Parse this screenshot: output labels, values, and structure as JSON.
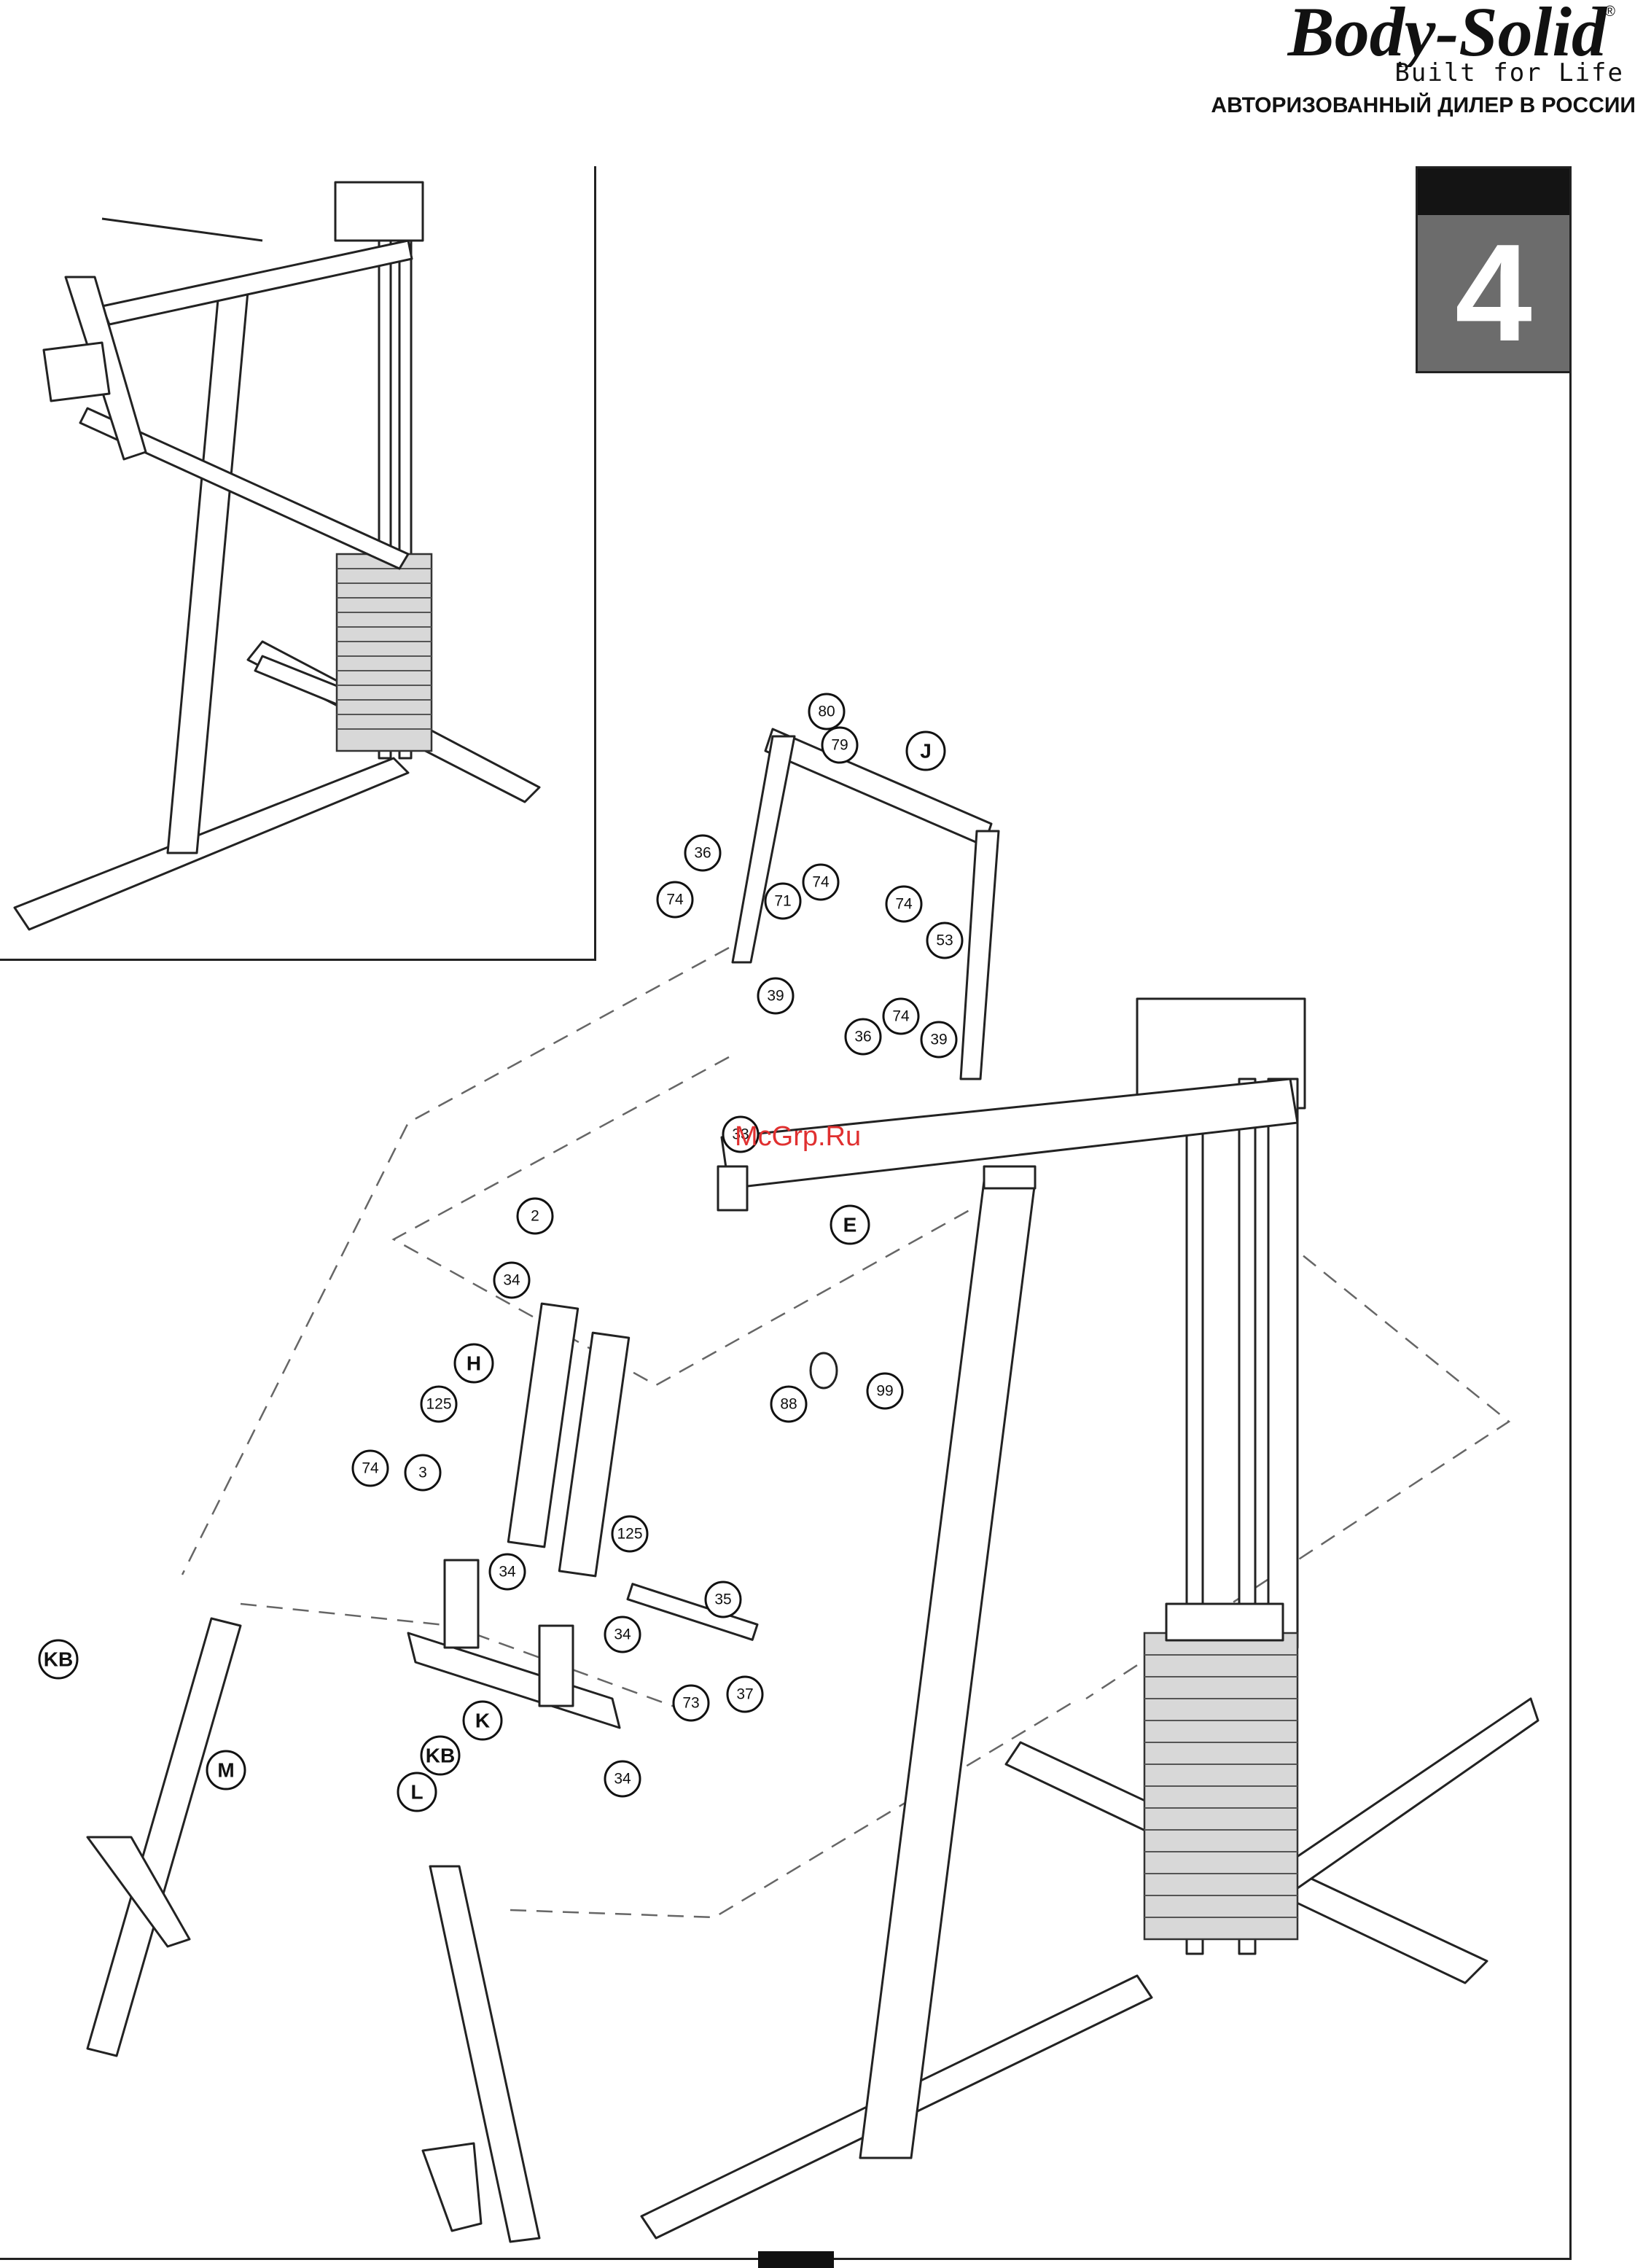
{
  "header": {
    "brand": "Body-Solid",
    "tagline": "Built for Life",
    "dealer_text": "АВТОРИЗОВАННЫЙ ДИЛЕР В РОССИИ"
  },
  "step": {
    "number": "4"
  },
  "watermark": "McGrp.Ru",
  "part_labels": [
    {
      "id": "80",
      "kind": "num"
    },
    {
      "id": "79",
      "kind": "num"
    },
    {
      "id": "J",
      "kind": "letter"
    },
    {
      "id": "36",
      "kind": "num"
    },
    {
      "id": "74",
      "kind": "num"
    },
    {
      "id": "71",
      "kind": "num"
    },
    {
      "id": "74",
      "kind": "num"
    },
    {
      "id": "74",
      "kind": "num"
    },
    {
      "id": "53",
      "kind": "num"
    },
    {
      "id": "39",
      "kind": "num"
    },
    {
      "id": "36",
      "kind": "num"
    },
    {
      "id": "74",
      "kind": "num"
    },
    {
      "id": "39",
      "kind": "num"
    },
    {
      "id": "33",
      "kind": "num"
    },
    {
      "id": "E",
      "kind": "letter"
    },
    {
      "id": "2",
      "kind": "num"
    },
    {
      "id": "34",
      "kind": "num"
    },
    {
      "id": "H",
      "kind": "letter"
    },
    {
      "id": "88",
      "kind": "num"
    },
    {
      "id": "99",
      "kind": "num"
    },
    {
      "id": "125",
      "kind": "num"
    },
    {
      "id": "74",
      "kind": "num"
    },
    {
      "id": "3",
      "kind": "num"
    },
    {
      "id": "125",
      "kind": "num"
    },
    {
      "id": "34",
      "kind": "num"
    },
    {
      "id": "35",
      "kind": "num"
    },
    {
      "id": "KB",
      "kind": "letter"
    },
    {
      "id": "34",
      "kind": "num"
    },
    {
      "id": "37",
      "kind": "num"
    },
    {
      "id": "M",
      "kind": "letter"
    },
    {
      "id": "73",
      "kind": "num"
    },
    {
      "id": "K",
      "kind": "letter"
    },
    {
      "id": "KB",
      "kind": "letter"
    },
    {
      "id": "34",
      "kind": "num"
    },
    {
      "id": "L",
      "kind": "letter"
    }
  ]
}
